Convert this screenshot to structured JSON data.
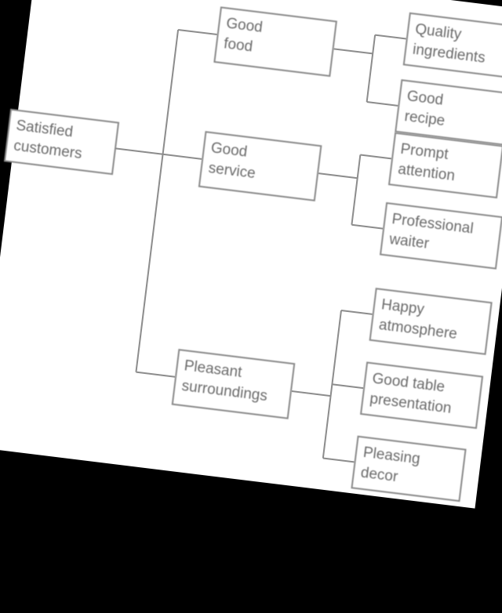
{
  "diagram": {
    "root": {
      "label": "Satisfied\ncustomers"
    },
    "branches": [
      {
        "label": "Good\nfood",
        "children": [
          "Quality\ningredients",
          "Good\nrecipe"
        ]
      },
      {
        "label": "Good\nservice",
        "children": [
          "Prompt\nattention",
          "Professional\nwaiter"
        ]
      },
      {
        "label": "Pleasant\nsurroundings",
        "children": [
          "Happy\natmosphere",
          "Good table\npresentation",
          "Pleasing\ndecor"
        ]
      }
    ]
  },
  "colors": {
    "background": "#000000",
    "sheet": "#ffffff",
    "box_border": "#8a8a8a",
    "text": "#6b6b6b",
    "connector": "#8c8c8c"
  }
}
